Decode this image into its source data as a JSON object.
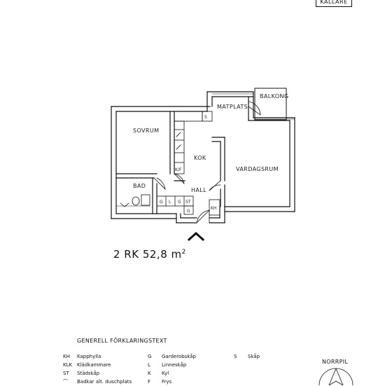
{
  "top_badge": "KÄLLARE",
  "rooms": {
    "sovrum": "SOVRUM",
    "matplats": "MATPLATS",
    "balkong": "BALKONG",
    "kok": "KOK",
    "vardagsrum": "VARDAGSRUM",
    "bad": "BAD",
    "hall": "HALL"
  },
  "fixtures": {
    "s": "S",
    "kf": "K/F",
    "g1": "G",
    "l": "L",
    "g2": "G",
    "st": "ST",
    "g3": "G",
    "kh": "KH"
  },
  "summary": {
    "text": "2 RK 52,8 m",
    "sup": "2"
  },
  "legend": {
    "title": "GENERELL FÖRKLARINGSTEXT",
    "col1": [
      {
        "code": "KH",
        "text": "Kapphylla"
      },
      {
        "code": "KLK",
        "text": "Klädkammare"
      },
      {
        "code": "ST",
        "text": "Städskåp"
      },
      {
        "code": "",
        "text": "Badkar alt. duschplats"
      }
    ],
    "col2": [
      {
        "code": "G",
        "text": "Garderobskåp"
      },
      {
        "code": "L",
        "text": "Linneskåp"
      },
      {
        "code": "K",
        "text": "Kyl"
      },
      {
        "code": "F",
        "text": "Frys"
      }
    ],
    "col3": [
      {
        "code": "S",
        "text": "Skåp"
      }
    ]
  },
  "north": "NORRPIL"
}
